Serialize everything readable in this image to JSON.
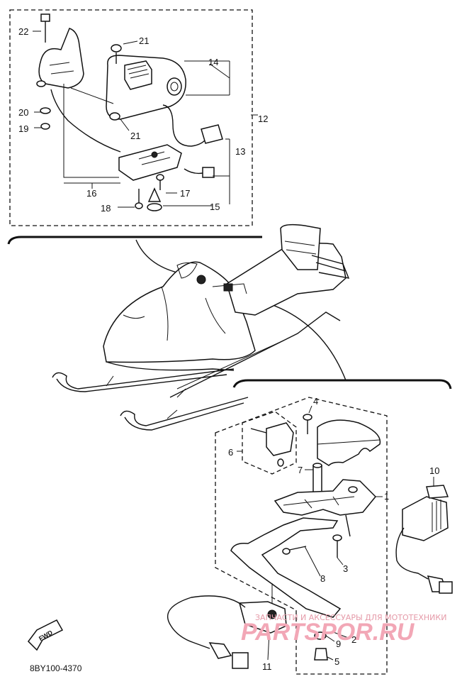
{
  "diagram": {
    "code": "8BY100-4370",
    "forward_label": "FWD",
    "watermark": {
      "line1": "ЗАПЧАСТИ И АКСЕССУАРЫ ДЛЯ МОТОТЕХНИКИ",
      "line2": "PARTSPOR.RU"
    },
    "callouts": {
      "c1": "1",
      "c2": "2",
      "c3": "3",
      "c4": "4",
      "c5": "5",
      "c6": "6",
      "c7": "7",
      "c8": "8",
      "c9": "9",
      "c10": "10",
      "c11": "11",
      "c12": "12",
      "c13": "13",
      "c14": "14",
      "c15": "15",
      "c16": "16",
      "c17": "17",
      "c18": "18",
      "c19": "19",
      "c20": "20",
      "c21a": "21",
      "c21b": "21",
      "c22": "22"
    }
  }
}
